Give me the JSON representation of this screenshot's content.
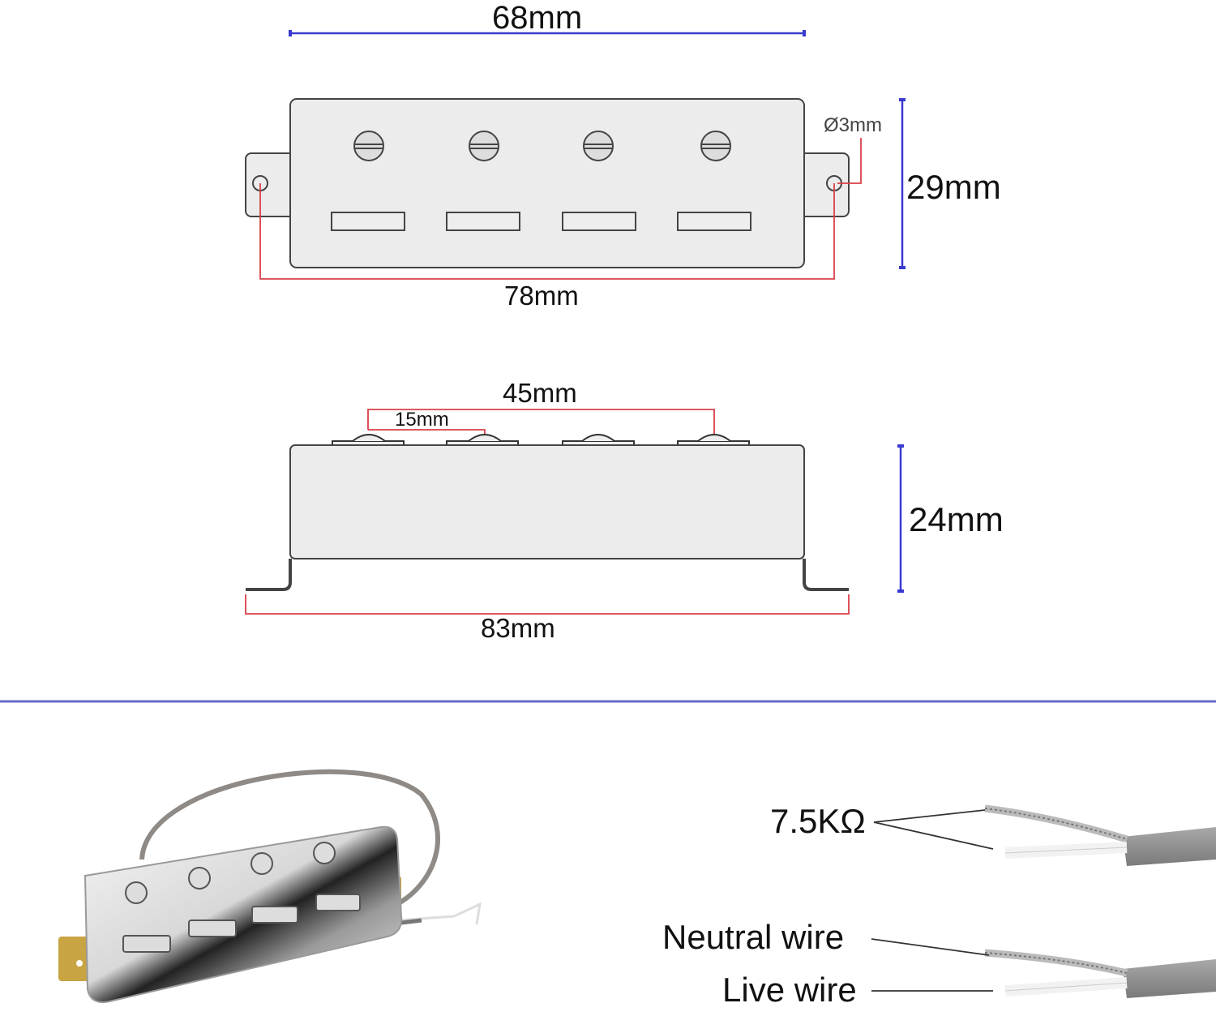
{
  "top_view": {
    "width_overall_label": "68mm",
    "height_label": "29mm",
    "mount_hole_label": "Ø3mm",
    "mount_hole_spacing_label": "78mm",
    "pole_count": 4
  },
  "side_view": {
    "pole_span_label": "45mm",
    "pole_spacing_label": "15mm",
    "height_label": "24mm",
    "base_width_label": "83mm"
  },
  "wiring": {
    "resistance_label": "7.5KΩ",
    "neutral_label": "Neutral wire",
    "live_label": "Live wire"
  },
  "colors": {
    "dimension_blue": "#3a3ad0",
    "dimension_red": "#d9404a",
    "outline": "#444444",
    "fill": "#ececec",
    "divider": "#6a6ac8"
  }
}
